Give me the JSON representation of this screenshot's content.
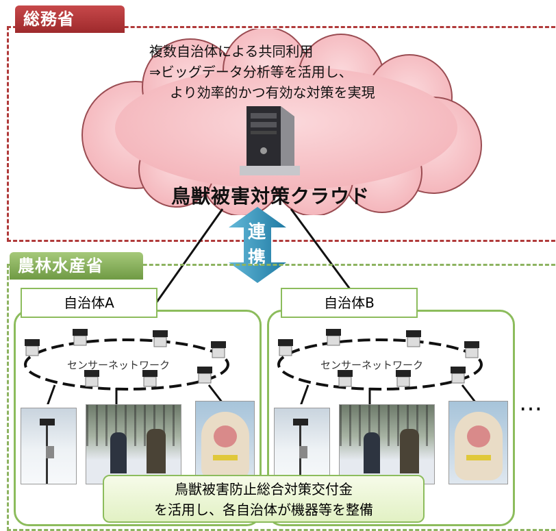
{
  "ministry_top": {
    "label": "総務省"
  },
  "ministry_bottom": {
    "label": "農林水産省"
  },
  "cloud": {
    "lines": [
      "複数自治体による共同利用",
      "⇒ビッグデータ分析等を活用し、",
      "より効率的かつ有効な対策を実現"
    ],
    "title": "鳥獣被害対策クラウド"
  },
  "link": {
    "chars": [
      "連",
      "携"
    ]
  },
  "municipality_a": {
    "label": "自治体A",
    "network_label": "センサーネットワーク"
  },
  "municipality_b": {
    "label": "自治体B",
    "network_label": "センサーネットワーク"
  },
  "ellipsis": "…",
  "funding": {
    "line1": "鳥獣被害防止総合対策交付金",
    "line2": "を活用し、各自治体が機器等を整備"
  },
  "colors": {
    "ministry_red": "#b03a3a",
    "ministry_green": "#8db360",
    "cloud": "#f7c5c9",
    "arrow": "#2f8fb8"
  }
}
